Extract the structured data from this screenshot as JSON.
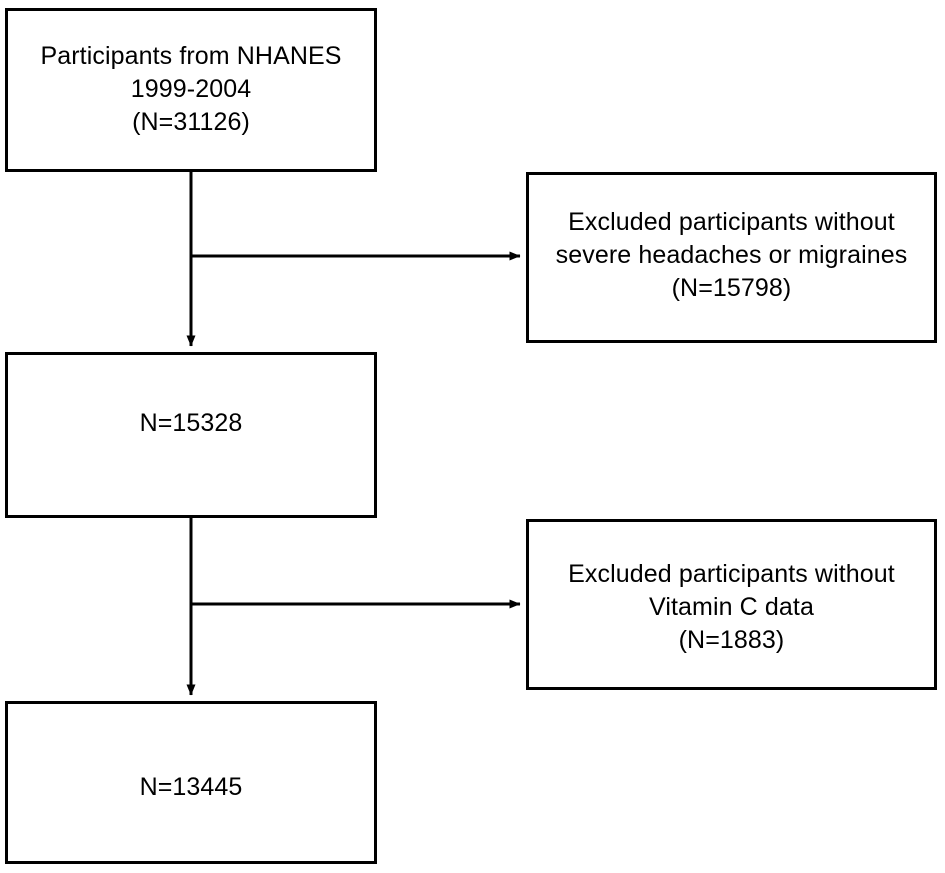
{
  "diagram": {
    "type": "flowchart",
    "title": "NHANES participant selection flow",
    "orientation": "top-to-bottom with right-side exclusion branches",
    "background_color": "#ffffff",
    "line_color": "#000000",
    "text_color": "#000000",
    "nodes": [
      {
        "id": "source",
        "name": "source-population-box",
        "text": "Participants from NHANES\n1999-2004\n(N=31126)",
        "count": 31126,
        "label_lines": [
          "Participants from NHANES",
          "1999-2004",
          "(N=31126)"
        ]
      },
      {
        "id": "excluded_headache",
        "name": "excluded-headache-box",
        "text": "Excluded participants without\nsevere headaches or migraines\n(N=15798)",
        "count": 15798,
        "label_lines": [
          "Excluded participants without",
          "severe headaches or migraines",
          "(N=15798)"
        ]
      },
      {
        "id": "after_headache",
        "name": "remaining-after-headache-box",
        "text": "N=15328",
        "count": 15328,
        "label_lines": [
          "N=15328"
        ]
      },
      {
        "id": "excluded_vitc",
        "name": "excluded-vitamin-c-box",
        "text": "Excluded participants without\nVitamin C data\n(N=1883)",
        "count": 1883,
        "label_lines": [
          "Excluded participants without",
          "Vitamin C data",
          "(N=1883)"
        ]
      },
      {
        "id": "final",
        "name": "final-analytic-sample-box",
        "text": "N=13445",
        "count": 13445,
        "label_lines": [
          "N=13445"
        ]
      }
    ],
    "edges": [
      {
        "id": "e1",
        "from": "source",
        "to": "after_headache",
        "style": "vertical-arrow"
      },
      {
        "id": "e2",
        "from": "source",
        "to": "excluded_headache",
        "style": "horizontal-branch-arrow"
      },
      {
        "id": "e3",
        "from": "after_headache",
        "to": "final",
        "style": "vertical-arrow"
      },
      {
        "id": "e4",
        "from": "after_headache",
        "to": "excluded_vitc",
        "style": "horizontal-branch-arrow"
      }
    ]
  }
}
